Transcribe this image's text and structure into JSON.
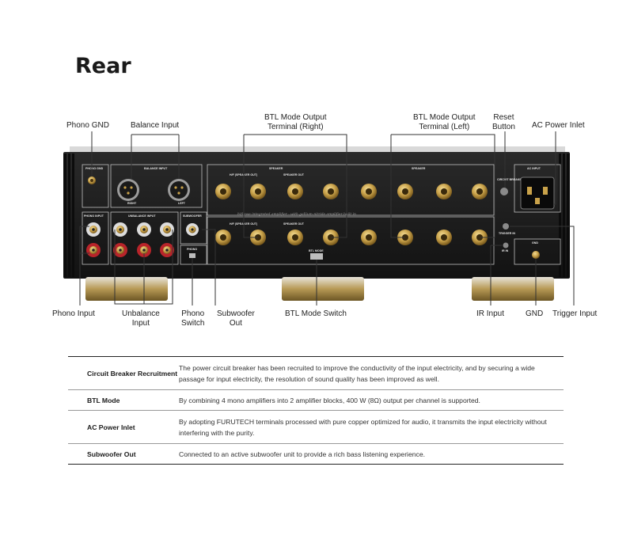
{
  "page": {
    "title": "Rear"
  },
  "callouts": {
    "phono_gnd": "Phono GND",
    "balance_input": "Balance Input",
    "btl_right_l1": "BTL Mode Output",
    "btl_right_l2": "Terminal (Right)",
    "btl_left_l1": "BTL Mode Output",
    "btl_left_l2": "Terminal (Left)",
    "reset_l1": "Reset",
    "reset_l2": "Button",
    "ac_power_inlet": "AC Power Inlet",
    "phono_input": "Phono Input",
    "unbalance_l1": "Unbalance",
    "unbalance_l2": "Input",
    "phono_switch_l1": "Phono",
    "phono_switch_l2": "Switch",
    "subwoofer_l1": "Subwoofer",
    "subwoofer_l2": "Out",
    "btl_mode_switch": "BTL Mode Switch",
    "ir_input": "IR Input",
    "gnd": "GND",
    "trigger_input": "Trigger Input"
  },
  "panel": {
    "phono_gnd": "PHONO GND",
    "balance_input": "BALANCE INPUT",
    "right": "RIGHT",
    "left": "LEFT",
    "phono_input": "PHONO INPUT",
    "unbalance_input": "UNBALANCE INPUT",
    "subwoofer": "SUBWOOFER",
    "phono": "PHONO",
    "speaker_right": "SPEAKER",
    "speaker_left": "SPEAKER",
    "speaker_out": "SPEAKER OUT",
    "hf_speaker_out": "H/F (SPEAKER OUT)",
    "btl_mode": "BTL MODE",
    "ac_input": "AC INPUT",
    "trigger_in": "TRIGGER IN",
    "ir_in": "IR IN",
    "gnd": "GND",
    "circuit_breaker": "CIRCUIT BREAKER",
    "script": "hifirose integrated amplifier · with gallium nitride amplifier built in"
  },
  "specs": [
    {
      "label": "Circuit Breaker Recruitment",
      "desc": "The power circuit breaker has been recruited to improve the conductivity of the input electricity, and by securing a wide passage for input electricity, the resolution of sound quality has been improved as well."
    },
    {
      "label": "BTL Mode",
      "desc": "By combining 4 mono amplifiers into 2 amplifier blocks, 400 W (8Ω) output per channel is supported."
    },
    {
      "label": "AC Power Inlet",
      "desc": "By adopting FURUTECH terminals processed with pure copper optimized for audio, it transmits the input electricity without interfering with the purity."
    },
    {
      "label": "Subwoofer Out",
      "desc": "Connected to an active subwoofer unit to provide a rich bass listening experience."
    }
  ],
  "colors": {
    "chassis": "#1b1b1b",
    "gold": "#c9a24a",
    "red": "#b8242a",
    "line": "#333333"
  }
}
